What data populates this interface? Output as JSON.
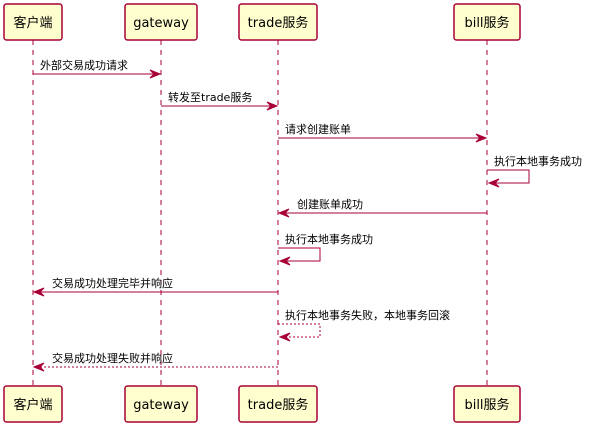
{
  "participants": [
    {
      "id": "client",
      "label": "客户端"
    },
    {
      "id": "gateway",
      "label": "gateway"
    },
    {
      "id": "trade",
      "label": "trade服务"
    },
    {
      "id": "bill",
      "label": "bill服务"
    }
  ],
  "messages": [
    {
      "from": "client",
      "to": "gateway",
      "label": "外部交易成功请求",
      "style": "solid"
    },
    {
      "from": "gateway",
      "to": "trade",
      "label": "转发至trade服务",
      "style": "solid"
    },
    {
      "from": "trade",
      "to": "bill",
      "label": "请求创建账单",
      "style": "solid"
    },
    {
      "from": "bill",
      "to": "bill",
      "label": "执行本地事务成功",
      "style": "solid"
    },
    {
      "from": "bill",
      "to": "trade",
      "label": "创建账单成功",
      "style": "solid"
    },
    {
      "from": "trade",
      "to": "trade",
      "label": "执行本地事务成功",
      "style": "solid"
    },
    {
      "from": "trade",
      "to": "client",
      "label": "交易成功处理完毕并响应",
      "style": "solid"
    },
    {
      "from": "trade",
      "to": "trade",
      "label": "执行本地事务失败，本地事务回滚",
      "style": "dashed"
    },
    {
      "from": "trade",
      "to": "client",
      "label": "交易成功处理失败并响应",
      "style": "dashed"
    }
  ],
  "colors": {
    "line": "#A80036",
    "box_fill": "#FEFECE",
    "text": "#000000"
  }
}
